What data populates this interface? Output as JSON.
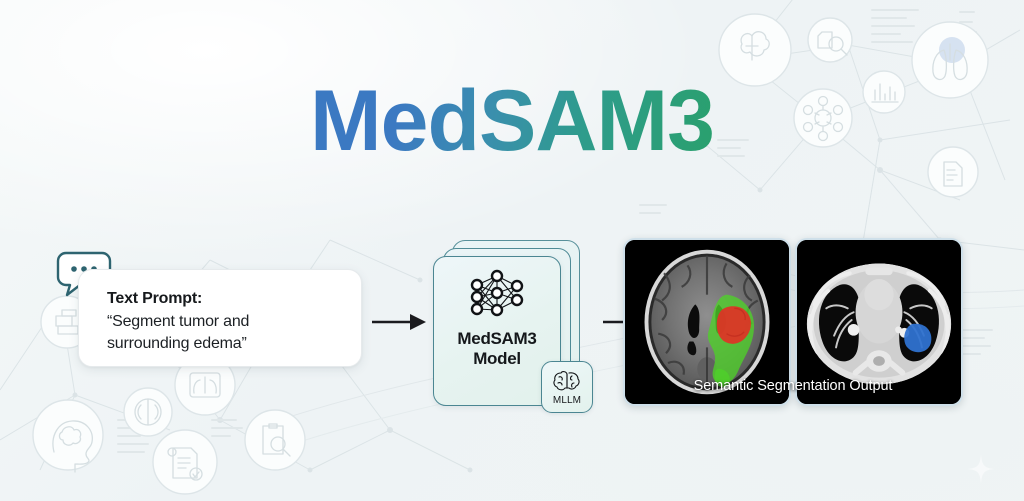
{
  "page": {
    "title": "MedSAM3",
    "background_color": "#f1f5f6",
    "title_gradient_start": "#3b79c2",
    "title_gradient_end": "#2aa06d"
  },
  "prompt": {
    "icon": "speech-bubble-icon",
    "heading": "Text Prompt:",
    "line1": "“Segment tumor and",
    "line2": "surrounding edema”"
  },
  "model": {
    "icon": "neural-network-icon",
    "name_line1": "MedSAM3",
    "name_line2": "Model",
    "badge": {
      "icon": "brain-icon",
      "label": "MLLM"
    },
    "card_border_color": "#4b8692"
  },
  "flow": {
    "arrow1": "arrow-right-icon",
    "arrow2": "arrow-right-icon",
    "arrow_color": "#1b1b1f"
  },
  "output": {
    "caption": "Semantic Segmentation Output",
    "panels": [
      {
        "name": "brain-mri-panel",
        "modality": "MRI",
        "region": "brain axial slice",
        "overlays": [
          {
            "label": "tumor",
            "color": "#e03226"
          },
          {
            "label": "surrounding edema",
            "color": "#4ed129"
          }
        ]
      },
      {
        "name": "chest-ct-panel",
        "modality": "CT",
        "region": "chest axial slice",
        "overlays": [
          {
            "label": "lung lesion",
            "color": "#2f72d0"
          }
        ]
      }
    ]
  },
  "watermark": {
    "icons": [
      "head-brain-icon",
      "brain-scan-icon",
      "lungs-scan-icon",
      "document-person-icon",
      "clipboard-search-icon",
      "printer-report-icon",
      "brain-circle-icon",
      "magnifier-chart-icon",
      "molecule-icon",
      "bar-chart-icon",
      "lungs-icon",
      "report-icon"
    ],
    "sparkle": "sparkle-icon"
  }
}
